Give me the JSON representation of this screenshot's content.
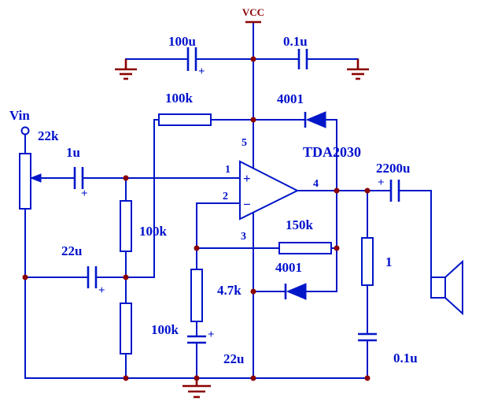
{
  "title": "TDA2030 single-supply audio amplifier schematic",
  "power": {
    "vcc_label": "VCC"
  },
  "input": {
    "vin_label": "Vin"
  },
  "ic": {
    "name": "TDA2030",
    "plus_input": "+",
    "minus_input": "−",
    "pins": {
      "p1": "1",
      "p2": "2",
      "p3": "3",
      "p4": "4",
      "p5": "5"
    }
  },
  "components": {
    "c_supply_bulk": "100u",
    "c_supply_hf": "0.1u",
    "r_vcc_to_bias": "100k",
    "d_out_to_vcc": "4001",
    "pot_input": "22k",
    "c_input": "1u",
    "r_bias_to_pin1": "100k",
    "c_bias_bypass": "22u",
    "r_bias_lower": "100k",
    "r_feedback": "150k",
    "d_out_to_gnd": "4001",
    "r_gain": "4.7k",
    "c_gain": "22u",
    "c_output": "2200u",
    "r_zobel": "1",
    "c_zobel": "0.1u"
  },
  "symbols": {
    "plus": "+"
  },
  "colors": {
    "wire": "#0016c8",
    "label_text": "#0011cc",
    "junction": "#8b0000",
    "ground": "#8b0000",
    "power_label": "#8b0000",
    "background": "#ffffff"
  }
}
